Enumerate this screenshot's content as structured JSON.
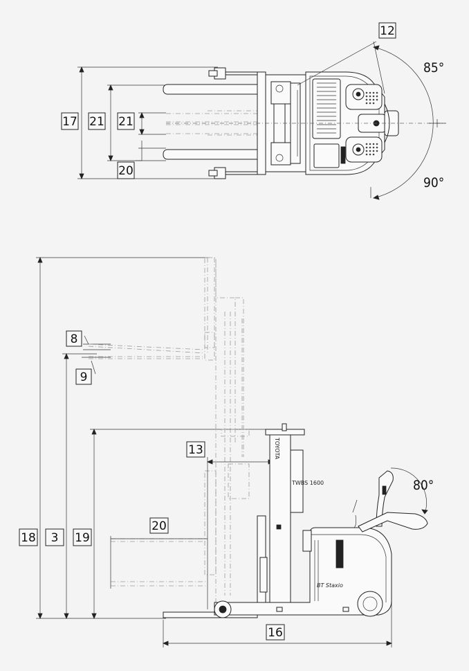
{
  "labels": {
    "d12": "12",
    "d17": "17",
    "d21a": "21",
    "d21b": "21",
    "d20_top": "20",
    "d8": "8",
    "d9": "9",
    "d13": "13",
    "d20_side": "20",
    "d18": "18",
    "d3": "3",
    "d19": "19",
    "d16": "16"
  },
  "angles": {
    "a85": "85°",
    "a90": "90°",
    "a80": "80°"
  },
  "brand": {
    "mast_brand": "TOYOTA",
    "model": "TWBS 1600",
    "script": "BT Staxio"
  }
}
